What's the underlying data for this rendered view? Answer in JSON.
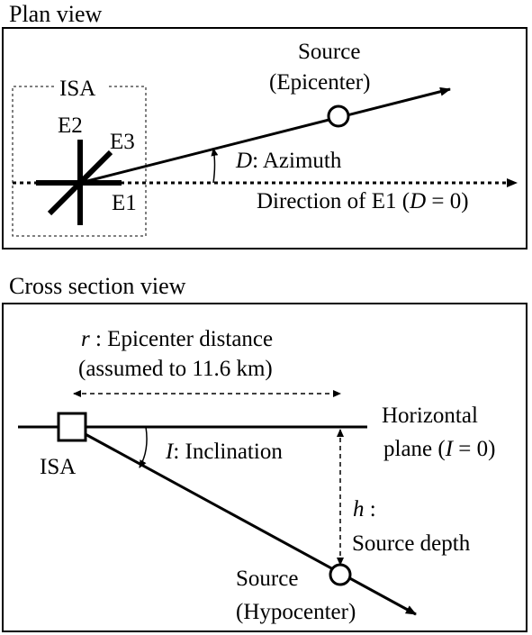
{
  "plan": {
    "title": "Plan view",
    "isa_label": "ISA",
    "e2": "E2",
    "e3": "E3",
    "e1": "E1",
    "source_line1": "Source",
    "source_line2": "(Epicenter)",
    "azimuth_symbol": "D",
    "azimuth_text": ": Azimuth",
    "direction_text": "Direction of E1 (",
    "direction_symbol": "D",
    "direction_eq": " = 0)"
  },
  "cross": {
    "title": "Cross section view",
    "r_symbol": "r",
    "r_text": " : Epicenter distance",
    "r_note": "(assumed to 11.6 km)",
    "horizontal_line1": "Horizontal",
    "horizontal_line2a": "plane (",
    "horizontal_symbol": "I",
    "horizontal_line2b": " = 0)",
    "inclination_symbol": "I",
    "inclination_text": ": Inclination",
    "isa_label": "ISA",
    "h_symbol": "h",
    "h_colon": " :",
    "h_text": "Source depth",
    "source_line1": "Source",
    "source_line2": "(Hypocenter)"
  }
}
